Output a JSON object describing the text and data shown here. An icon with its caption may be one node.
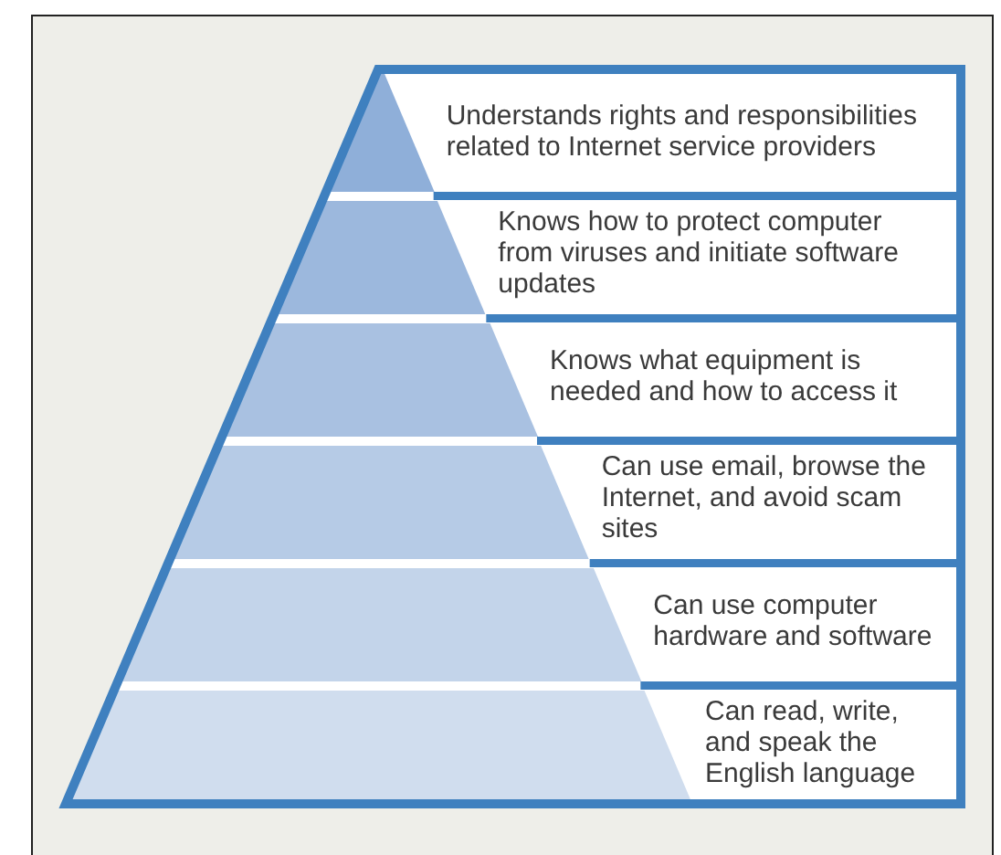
{
  "diagram": {
    "nodes": [
      {
        "text": [
          "Understands rights and responsibilities related to Internet service providers"
        ]
      },
      {
        "text": [
          "Knows how to protect computer from viruses and initiate software updates"
        ]
      },
      {
        "text": [
          "Knows what equipment is needed and how to access it"
        ]
      },
      {
        "text": [
          "Can use email, browse the Internet, and avoid scam sites"
        ]
      },
      {
        "text": [
          "Can use computer hardware and software"
        ]
      },
      {
        "text": [
          "Can read, write, and speak the English language"
        ]
      }
    ]
  }
}
